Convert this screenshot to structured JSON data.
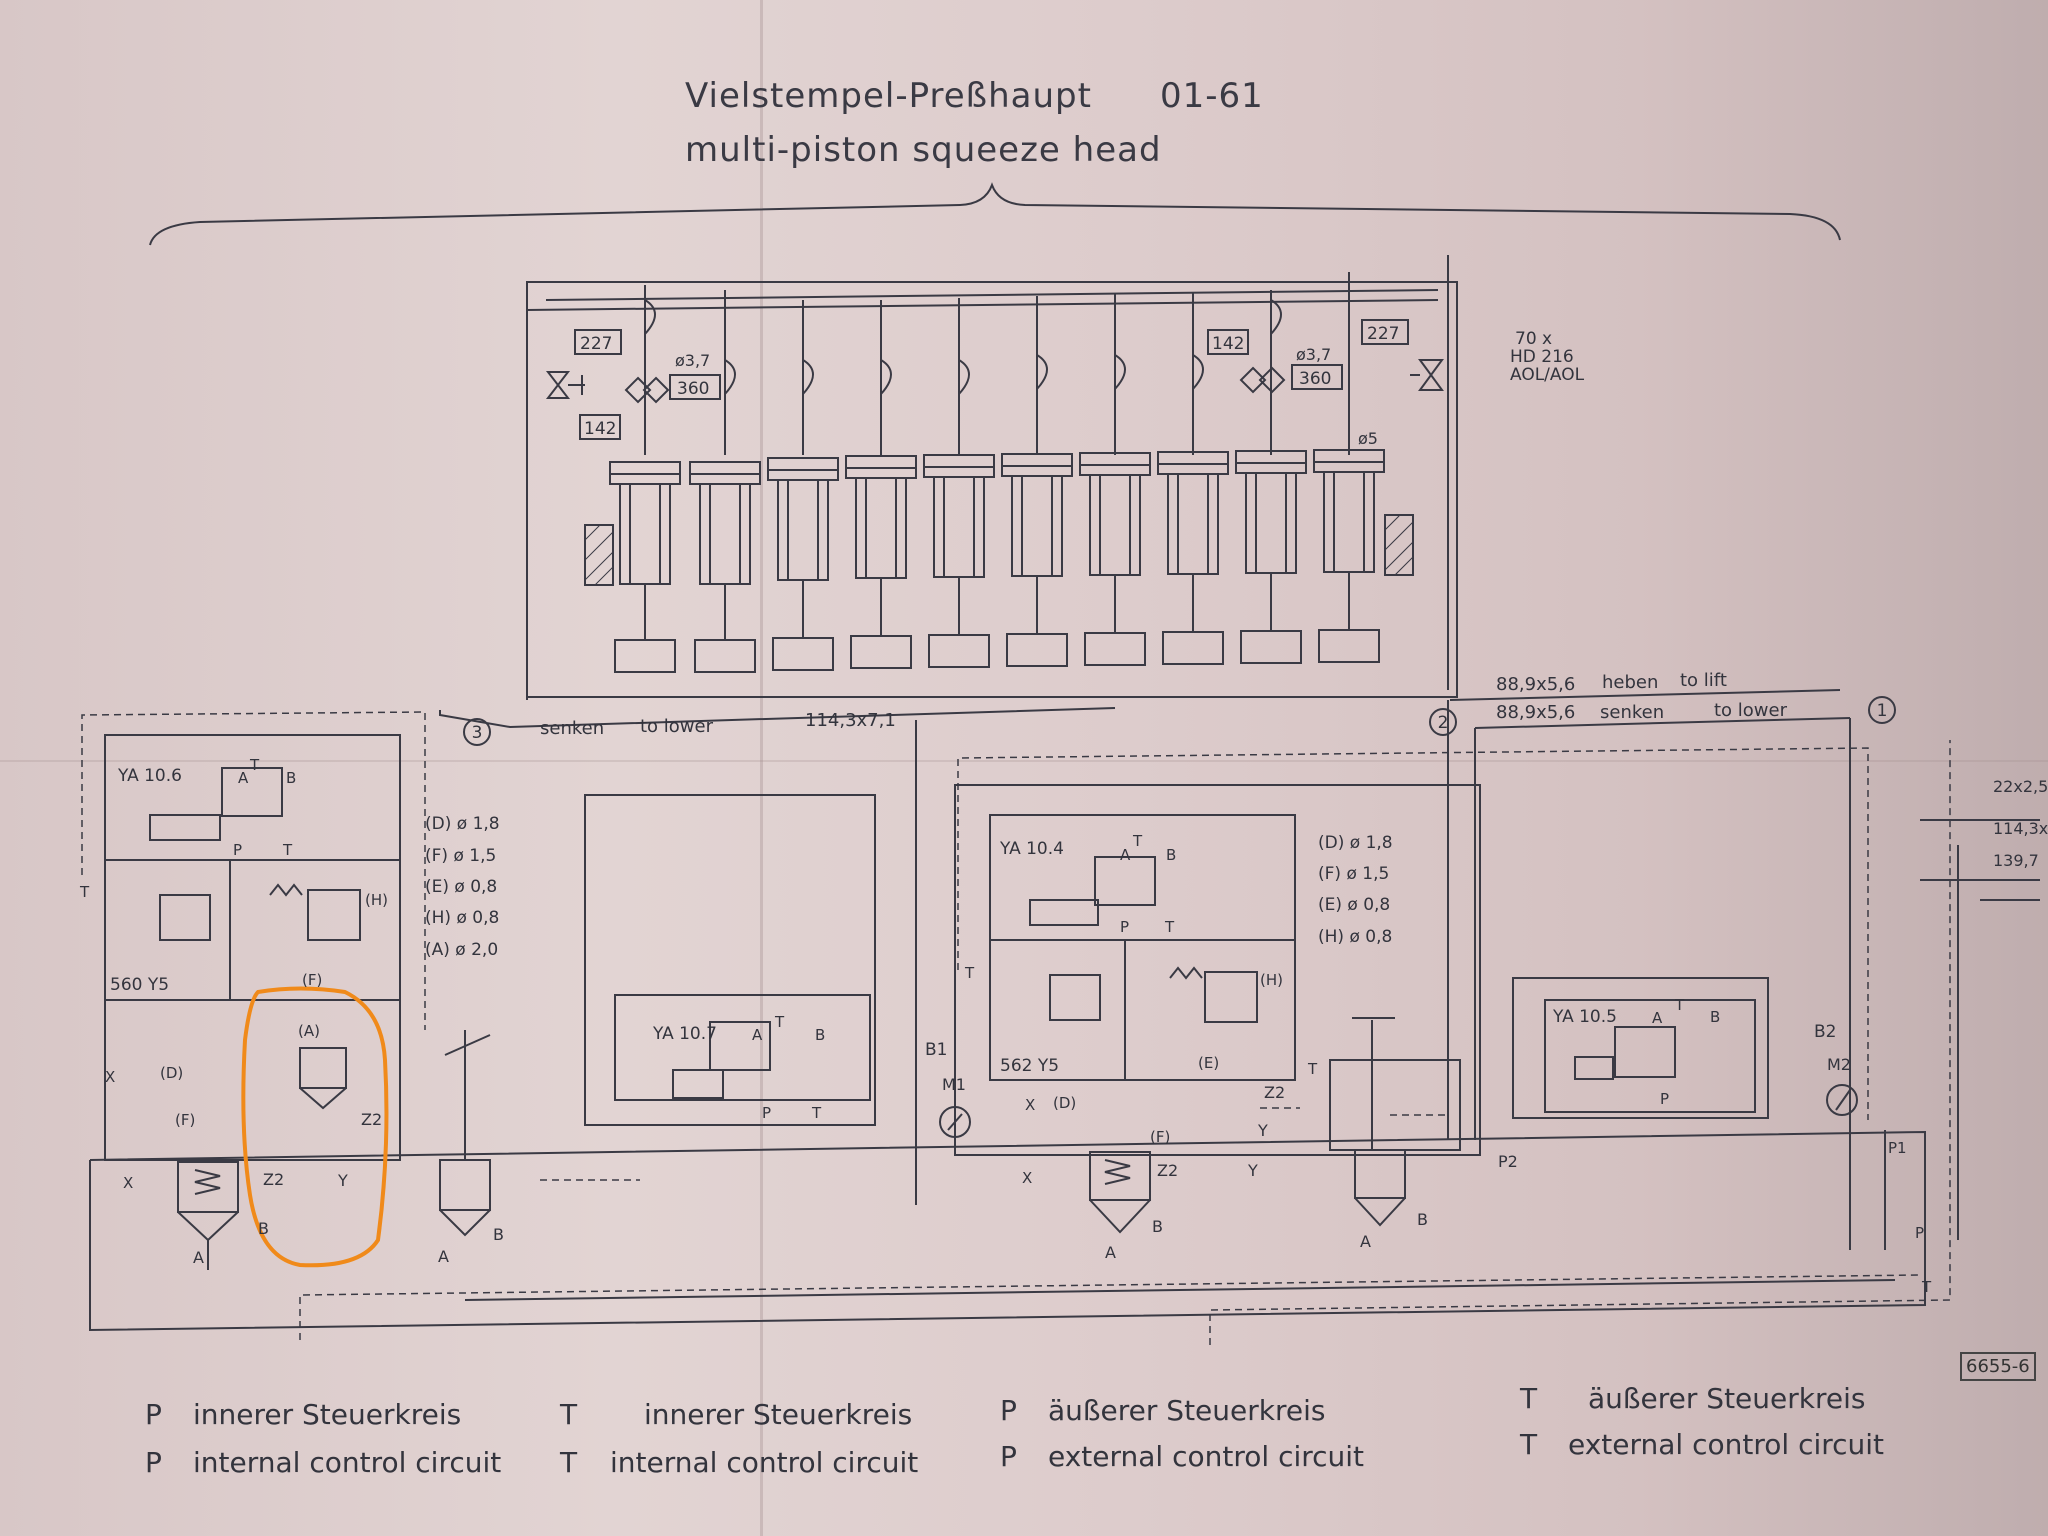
{
  "title": {
    "line1": "Vielstempel-Preßhaupt",
    "code": "01-61",
    "line2": "multi-piston squeeze head"
  },
  "head": {
    "valve_left": "227",
    "valve_right": "227",
    "check_left": "142",
    "check_right": "142",
    "orifice_left": "ø3,7",
    "orifice_right": "ø3,7",
    "acc_left": "360",
    "acc_right": "360",
    "bore": "ø5",
    "cylinders_note_1": "70 x",
    "cylinders_note_2": "HD 216",
    "cylinders_note_3": "AOL/AOL"
  },
  "lines": {
    "circle_3": "3",
    "circle_2": "2",
    "circle_1": "1",
    "senken": "senken",
    "to_lower": "to lower",
    "pipe_main": "114,3x7,1",
    "pipe_a": "88,9x5,6",
    "heben": "heben",
    "to_lift": "to lift",
    "pipe_b": "88,9x5,6",
    "senken2": "senken",
    "to_lower2": "to lower",
    "pipe_r1": "22x2,5",
    "pipe_r2": "114,3x",
    "pipe_r3": "139,7"
  },
  "left_block": {
    "solenoid": "YA 10.6",
    "port_a": "A",
    "port_t": "T",
    "port_b": "B",
    "port_p": "P",
    "port_t2": "T",
    "valve_id": "560 Y5",
    "h": "(H)",
    "f": "(F)",
    "a": "(A)",
    "d": "(D)",
    "f2": "(F)",
    "x": "X",
    "x2": "X",
    "z2": "Z2",
    "z2b": "Z2",
    "y": "Y",
    "a_port": "A",
    "b_port": "B",
    "t_side": "T"
  },
  "orifices_left": [
    "(D)  ø 1,8",
    "(F)  ø 1,5",
    "(E)  ø 0,8",
    "(H)  ø 0,8",
    "(A)  ø 2,0"
  ],
  "middle_block": {
    "solenoid": "YA 10.7",
    "port_a": "A",
    "port_t": "T",
    "port_b": "B",
    "port_p": "P",
    "port_t2": "T",
    "a_port": "A",
    "b_port": "B"
  },
  "center_block": {
    "solenoid": "YA 10.4",
    "port_a": "A",
    "port_t": "T",
    "port_b": "B",
    "port_p": "P",
    "port_t2": "T",
    "valve_id": "562 Y5",
    "h": "(H)",
    "e": "(E)",
    "d": "(D)",
    "f": "(F)",
    "b1": "B1",
    "m1": "M1",
    "x": "X",
    "x2": "X",
    "z2": "Z2",
    "z2b": "Z2",
    "y": "Y",
    "y2": "Y",
    "a_port": "A",
    "b_port": "B",
    "t_side": "T"
  },
  "orifices_center": [
    "(D)  ø 1,8",
    "(F)  ø 1,5",
    "(E)  ø 0,8",
    "(H)  ø 0,8"
  ],
  "right_block": {
    "solenoid": "YA 10.5",
    "port_a": "A",
    "port_t": "T",
    "port_b": "B",
    "port_p": "P",
    "b2": "B2",
    "m2": "M2",
    "p2": "P2",
    "p1": "P1",
    "p": "P",
    "t": "T",
    "a_port": "A",
    "b_port": "B",
    "t_side": "T"
  },
  "drawing_no": "6655-6",
  "legend": [
    {
      "key": "P",
      "de": "innerer Steuerkreis",
      "en": "internal control circuit"
    },
    {
      "key": "T",
      "de": "innerer Steuerkreis",
      "en": "internal control circuit"
    },
    {
      "key": "P",
      "de": "äußerer Steuerkreis",
      "en": "external control circuit"
    },
    {
      "key": "T",
      "de": "äußerer Steuerkreis",
      "en": "external control circuit"
    }
  ],
  "colors": {
    "paper": "#e2d4d3",
    "ink": "#33343d",
    "highlight": "#f08a1a"
  }
}
